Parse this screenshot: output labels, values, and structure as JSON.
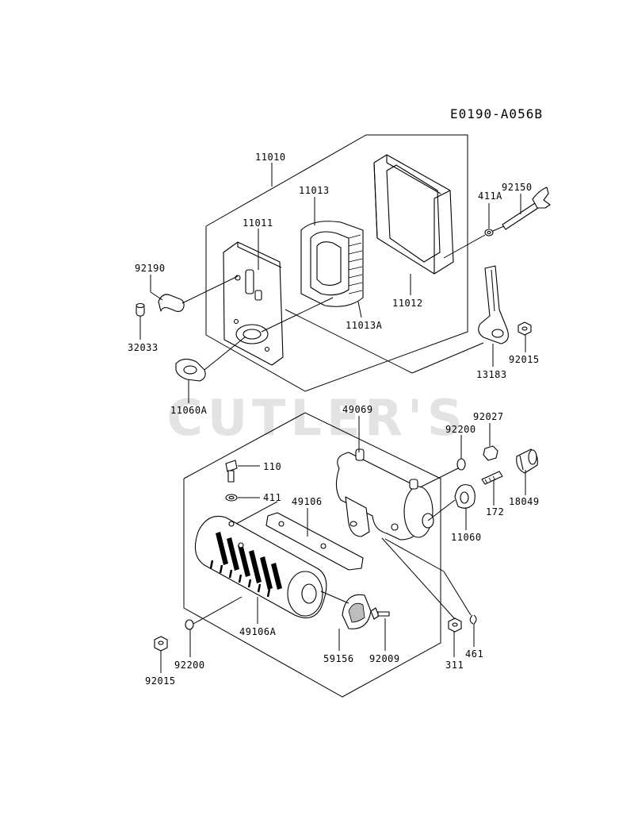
{
  "diagram_code": "E0190-A056B",
  "watermark": "CUTLER'S",
  "labels": {
    "p11010": "11010",
    "p11013": "11013",
    "p11011": "11011",
    "p92190": "92190",
    "p32033": "32033",
    "p11060A": "11060A",
    "p11013A": "11013A",
    "p11012": "11012",
    "p411A": "411A",
    "p92150": "92150",
    "p13183": "13183",
    "p92015a": "92015",
    "p49069": "49069",
    "p92027": "92027",
    "p92200a": "92200",
    "p110": "110",
    "p411": "411",
    "p49106": "49106",
    "p172": "172",
    "p18049": "18049",
    "p11060": "11060",
    "p49106A": "49106A",
    "p92015b": "92015",
    "p92200b": "92200",
    "p59156": "59156",
    "p92009": "92009",
    "p311": "311",
    "p461": "461"
  }
}
